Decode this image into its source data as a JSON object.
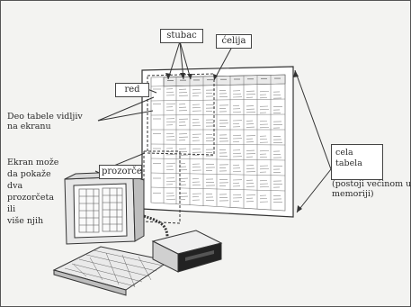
{
  "labels": {
    "stubac": "stubac",
    "celija": "ćelija",
    "red": "red",
    "prozorce": "prozorče",
    "deo_line1": "Deo tabele vidljiv",
    "deo_line2": "na ekranu",
    "ekran_line1": "Ekran može",
    "ekran_line2": "da pokaže",
    "ekran_line3": "dva",
    "ekran_line4": "prozorčeta",
    "ekran_line5": "ili",
    "ekran_line6": "više njih",
    "cela_line1": "cela",
    "cela_line2": "tabela",
    "postoji_line1": "(postoji većinom u",
    "postoji_line2": "memoriji)"
  }
}
